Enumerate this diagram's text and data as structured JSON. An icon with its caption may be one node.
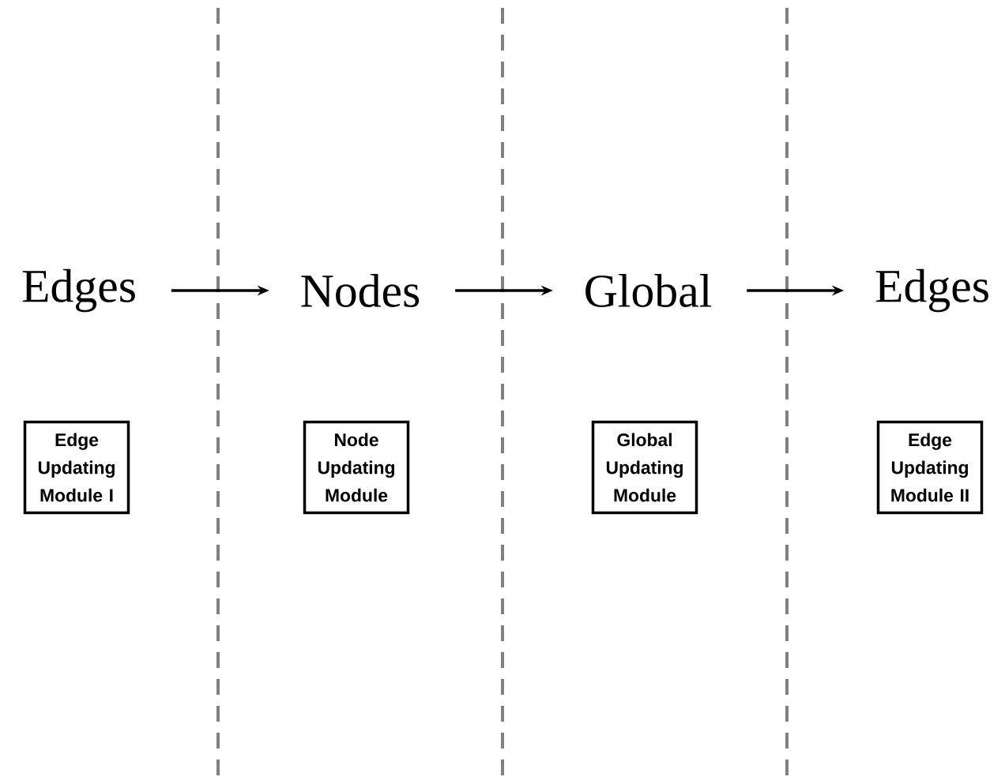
{
  "diagram": {
    "nodes": [
      {
        "text": [
          "Edges"
        ]
      },
      {
        "text": [
          "Nodes"
        ]
      },
      {
        "text": [
          "Global"
        ]
      },
      {
        "text": [
          "Edges"
        ]
      },
      {
        "text": [
          "Edge Updating Module I"
        ]
      },
      {
        "text": [
          "Node Updating Module"
        ]
      },
      {
        "text": [
          "Global Updating Module"
        ]
      },
      {
        "text": [
          "Edge Updating Module II"
        ]
      }
    ],
    "edges": [
      {
        "from": 0,
        "to": 1,
        "arrow": "to"
      },
      {
        "from": 1,
        "to": 2,
        "arrow": "to"
      },
      {
        "from": 2,
        "to": 3,
        "arrow": "to"
      }
    ]
  }
}
